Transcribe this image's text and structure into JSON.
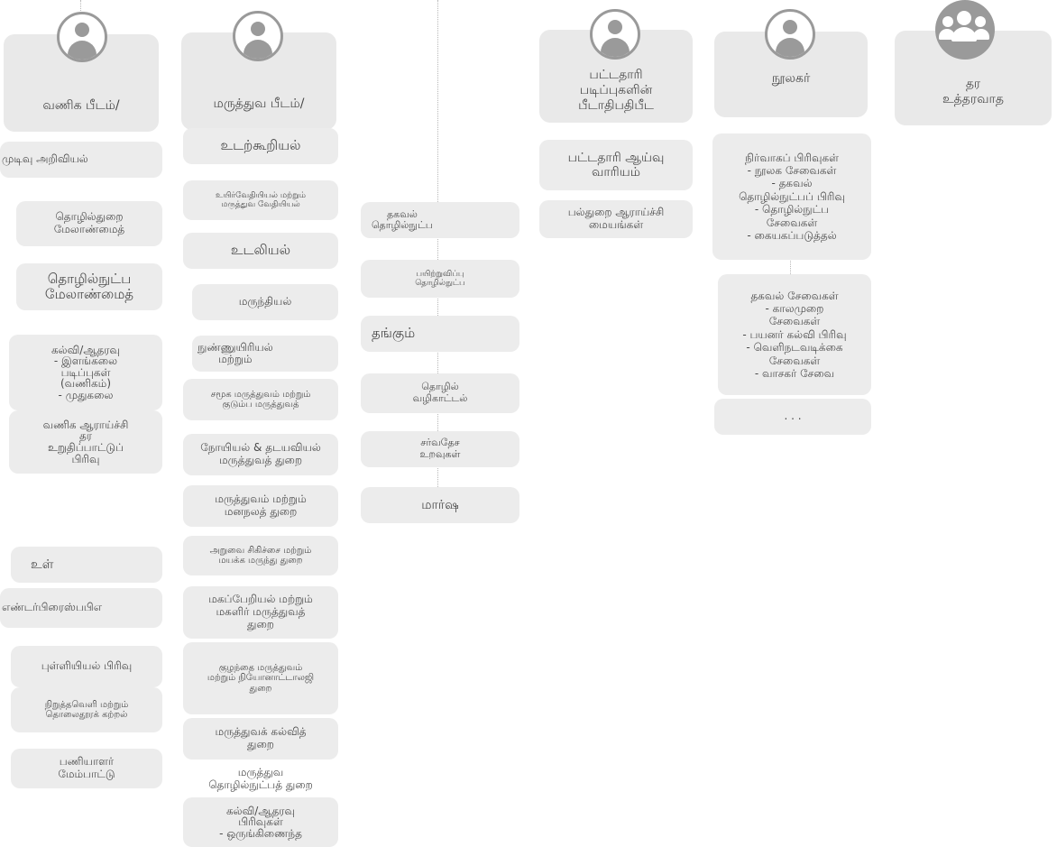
{
  "headers": {
    "h1": "வணிக பீடம்/",
    "h2": "மருத்துவ பீடம்/",
    "h3": "பட்டதாரி\nபடிப்புகளின்\nபீடாதிபதிபீட",
    "h4": "நூலகர்",
    "h5": "தர\nஉத்தரவாத"
  },
  "col1": [
    "முடிவு அறிவியல்",
    "தொழில்துறை\nமேலாண்மைத்",
    "தொழில்நுட்ப\nமேலாண்மைத்",
    "கல்வி/ஆதரவு\n- இளங்கலை\nபடிப்புகள்\n(வணிகம்)\n- முதுகலை",
    "வணிக ஆராய்ச்சி\nதர\nஉறுதிப்பாட்டுப்\nபிரிவு",
    "உள்",
    "எண்டர்பிரைஸ்பபிஎ",
    "புள்ளியியல் பிரிவு",
    "நிறுத்தவெளி மற்றும்\nதொலைதூரக் கற்றல்",
    "பணியாளர்\nமேம்பாட்டு"
  ],
  "col2": [
    "உடற்கூறியல்",
    "உயிர்வேதியியல் மற்றும்\nமருத்துவ வேதியியல்",
    "உடலியல்",
    "மருந்தியல்",
    "நுண்ணுயிரியல்\nமற்றும்",
    "சமூக மருத்துவம் மற்றும்\nகுடும்ப மருத்துவத்",
    "நோயியல் & தடயவியல்\nமருத்துவத் துறை",
    "மருத்துவம் மற்றும்\nமனநலத் துறை",
    "அறுவை சிகிச்சை மற்றும்\nமயக்க மருந்து துறை",
    "மகப்பேறியல் மற்றும்\nமகளிர் மருத்துவத்\nதுறை",
    "குழந்தை மருத்துவம்\nமற்றும் நியோனாட்டாலஜி\nதுறை",
    "மருத்துவக் கல்வித்\nதுறை",
    "மருத்துவ\nதொழில்நுட்பத் துறை",
    "கல்வி/ஆதரவு\nபிரிவுகள்\n- ஒருங்கிணைந்த"
  ],
  "col3": [
    "தகவல்\nதொழில்நுட்ப",
    "பயிற்றுவிப்பு\nதொழில்நுட்ப",
    "தங்கும்",
    "தொழில்\nவழிகாட்டல்",
    "சர்வதேச\nஉறவுகள்",
    "மார்ஷ"
  ],
  "col4": [
    "பட்டதாரி ஆய்வு\nவாரியம்",
    "பல்துறை ஆராய்ச்சி\nமையங்கள்"
  ],
  "col5": [
    "நிர்வாகப் பிரிவுகள்\n- நூலக சேவைகள்\n- தகவல்\nதொழில்நுட்பப் பிரிவு\n- தொழில்நுட்ப\nசேவைகள்\n- கையகப்படுத்தல்",
    "தகவல் சேவைகள்\n- காலமுறை\nசேவைகள்\n- பயனர் கல்வி பிரிவு\n- வெளிநடவடிக்கை\nசேவைகள்\n- வாசகர் சேவை",
    ". . ."
  ],
  "icons": {
    "h1": "person-icon",
    "h2": "person-icon",
    "h3": "person-icon",
    "h4": "person-icon",
    "h5": "group-icon"
  }
}
